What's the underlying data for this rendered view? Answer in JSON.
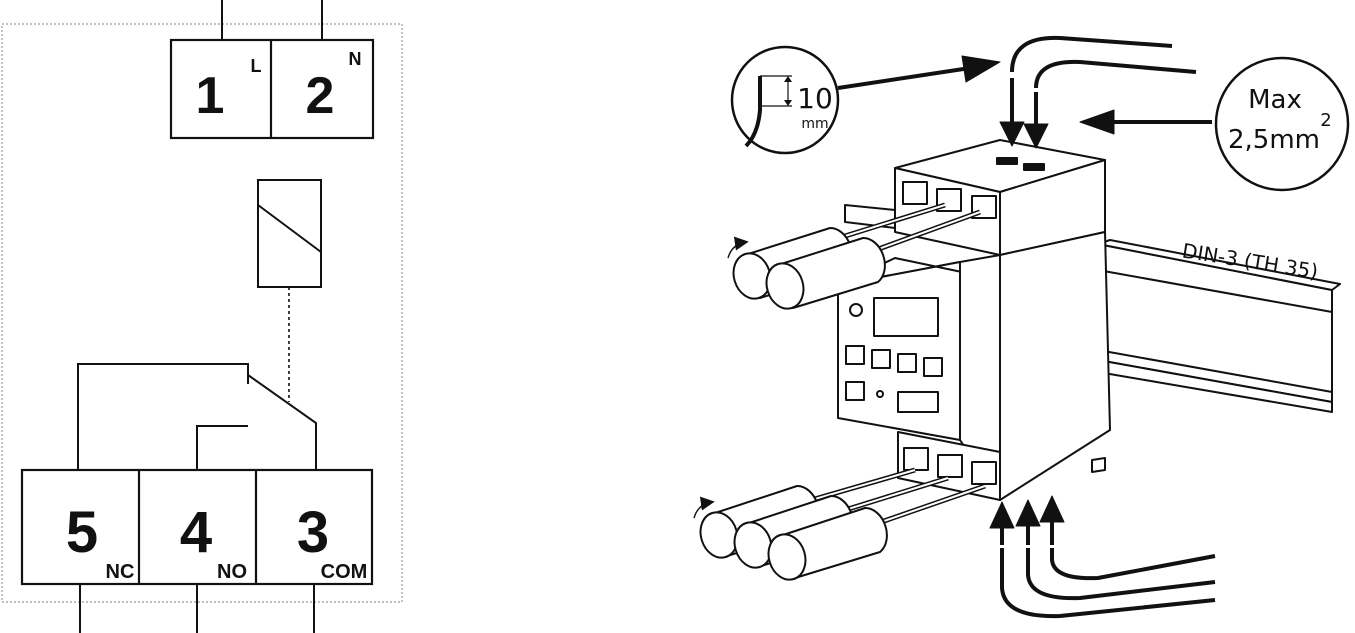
{
  "wiring_diagram": {
    "supply_terminals": [
      {
        "number": "1",
        "label": "L"
      },
      {
        "number": "2",
        "label": "N"
      }
    ],
    "relay_terminals": [
      {
        "number": "5",
        "label": "NC"
      },
      {
        "number": "4",
        "label": "NO"
      },
      {
        "number": "3",
        "label": "COM"
      }
    ]
  },
  "installation": {
    "strip_length": {
      "value": "10",
      "unit": "mm"
    },
    "wire_section": {
      "line1": "Max",
      "line2": "2,5mm",
      "superscript": "2"
    },
    "rail_label": "DIN-3 (TH 35)",
    "colors": {
      "ink": "#111111",
      "background": "#ffffff",
      "frame": "#9a9a9a"
    }
  }
}
